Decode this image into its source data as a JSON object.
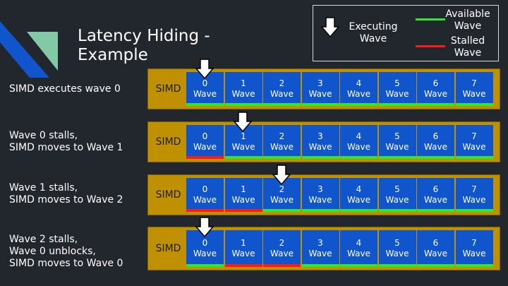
{
  "slide": {
    "title": "Latency Hiding - Example",
    "legend": {
      "executing_label": "Executing Wave",
      "available_label": "Available Wave",
      "stalled_label": "Stalled Wave",
      "available_color": "#2ee82e",
      "stalled_color": "#ff1a1a",
      "arrow_icon": "down-arrow-icon"
    },
    "simd_label": "SIMD",
    "wave_word": "Wave",
    "rows": [
      {
        "label": "SIMD executes wave 0",
        "executing_wave": 0,
        "states": [
          "available",
          "available",
          "available",
          "available",
          "available",
          "available",
          "available",
          "available"
        ]
      },
      {
        "label": "Wave 0 stalls,\nSIMD moves to Wave 1",
        "executing_wave": 1,
        "states": [
          "stalled",
          "available",
          "available",
          "available",
          "available",
          "available",
          "available",
          "available"
        ]
      },
      {
        "label": "Wave 1 stalls,\nSIMD moves to Wave 2",
        "executing_wave": 2,
        "states": [
          "stalled",
          "stalled",
          "available",
          "available",
          "available",
          "available",
          "available",
          "available"
        ]
      },
      {
        "label": "Wave 2 stalls,\nWave 0 unblocks,\nSIMD moves to Wave 0",
        "executing_wave": 0,
        "states": [
          "available",
          "stalled",
          "stalled",
          "available",
          "available",
          "available",
          "available",
          "available"
        ]
      }
    ],
    "waves": [
      "0",
      "1",
      "2",
      "3",
      "4",
      "5",
      "6",
      "7"
    ]
  }
}
